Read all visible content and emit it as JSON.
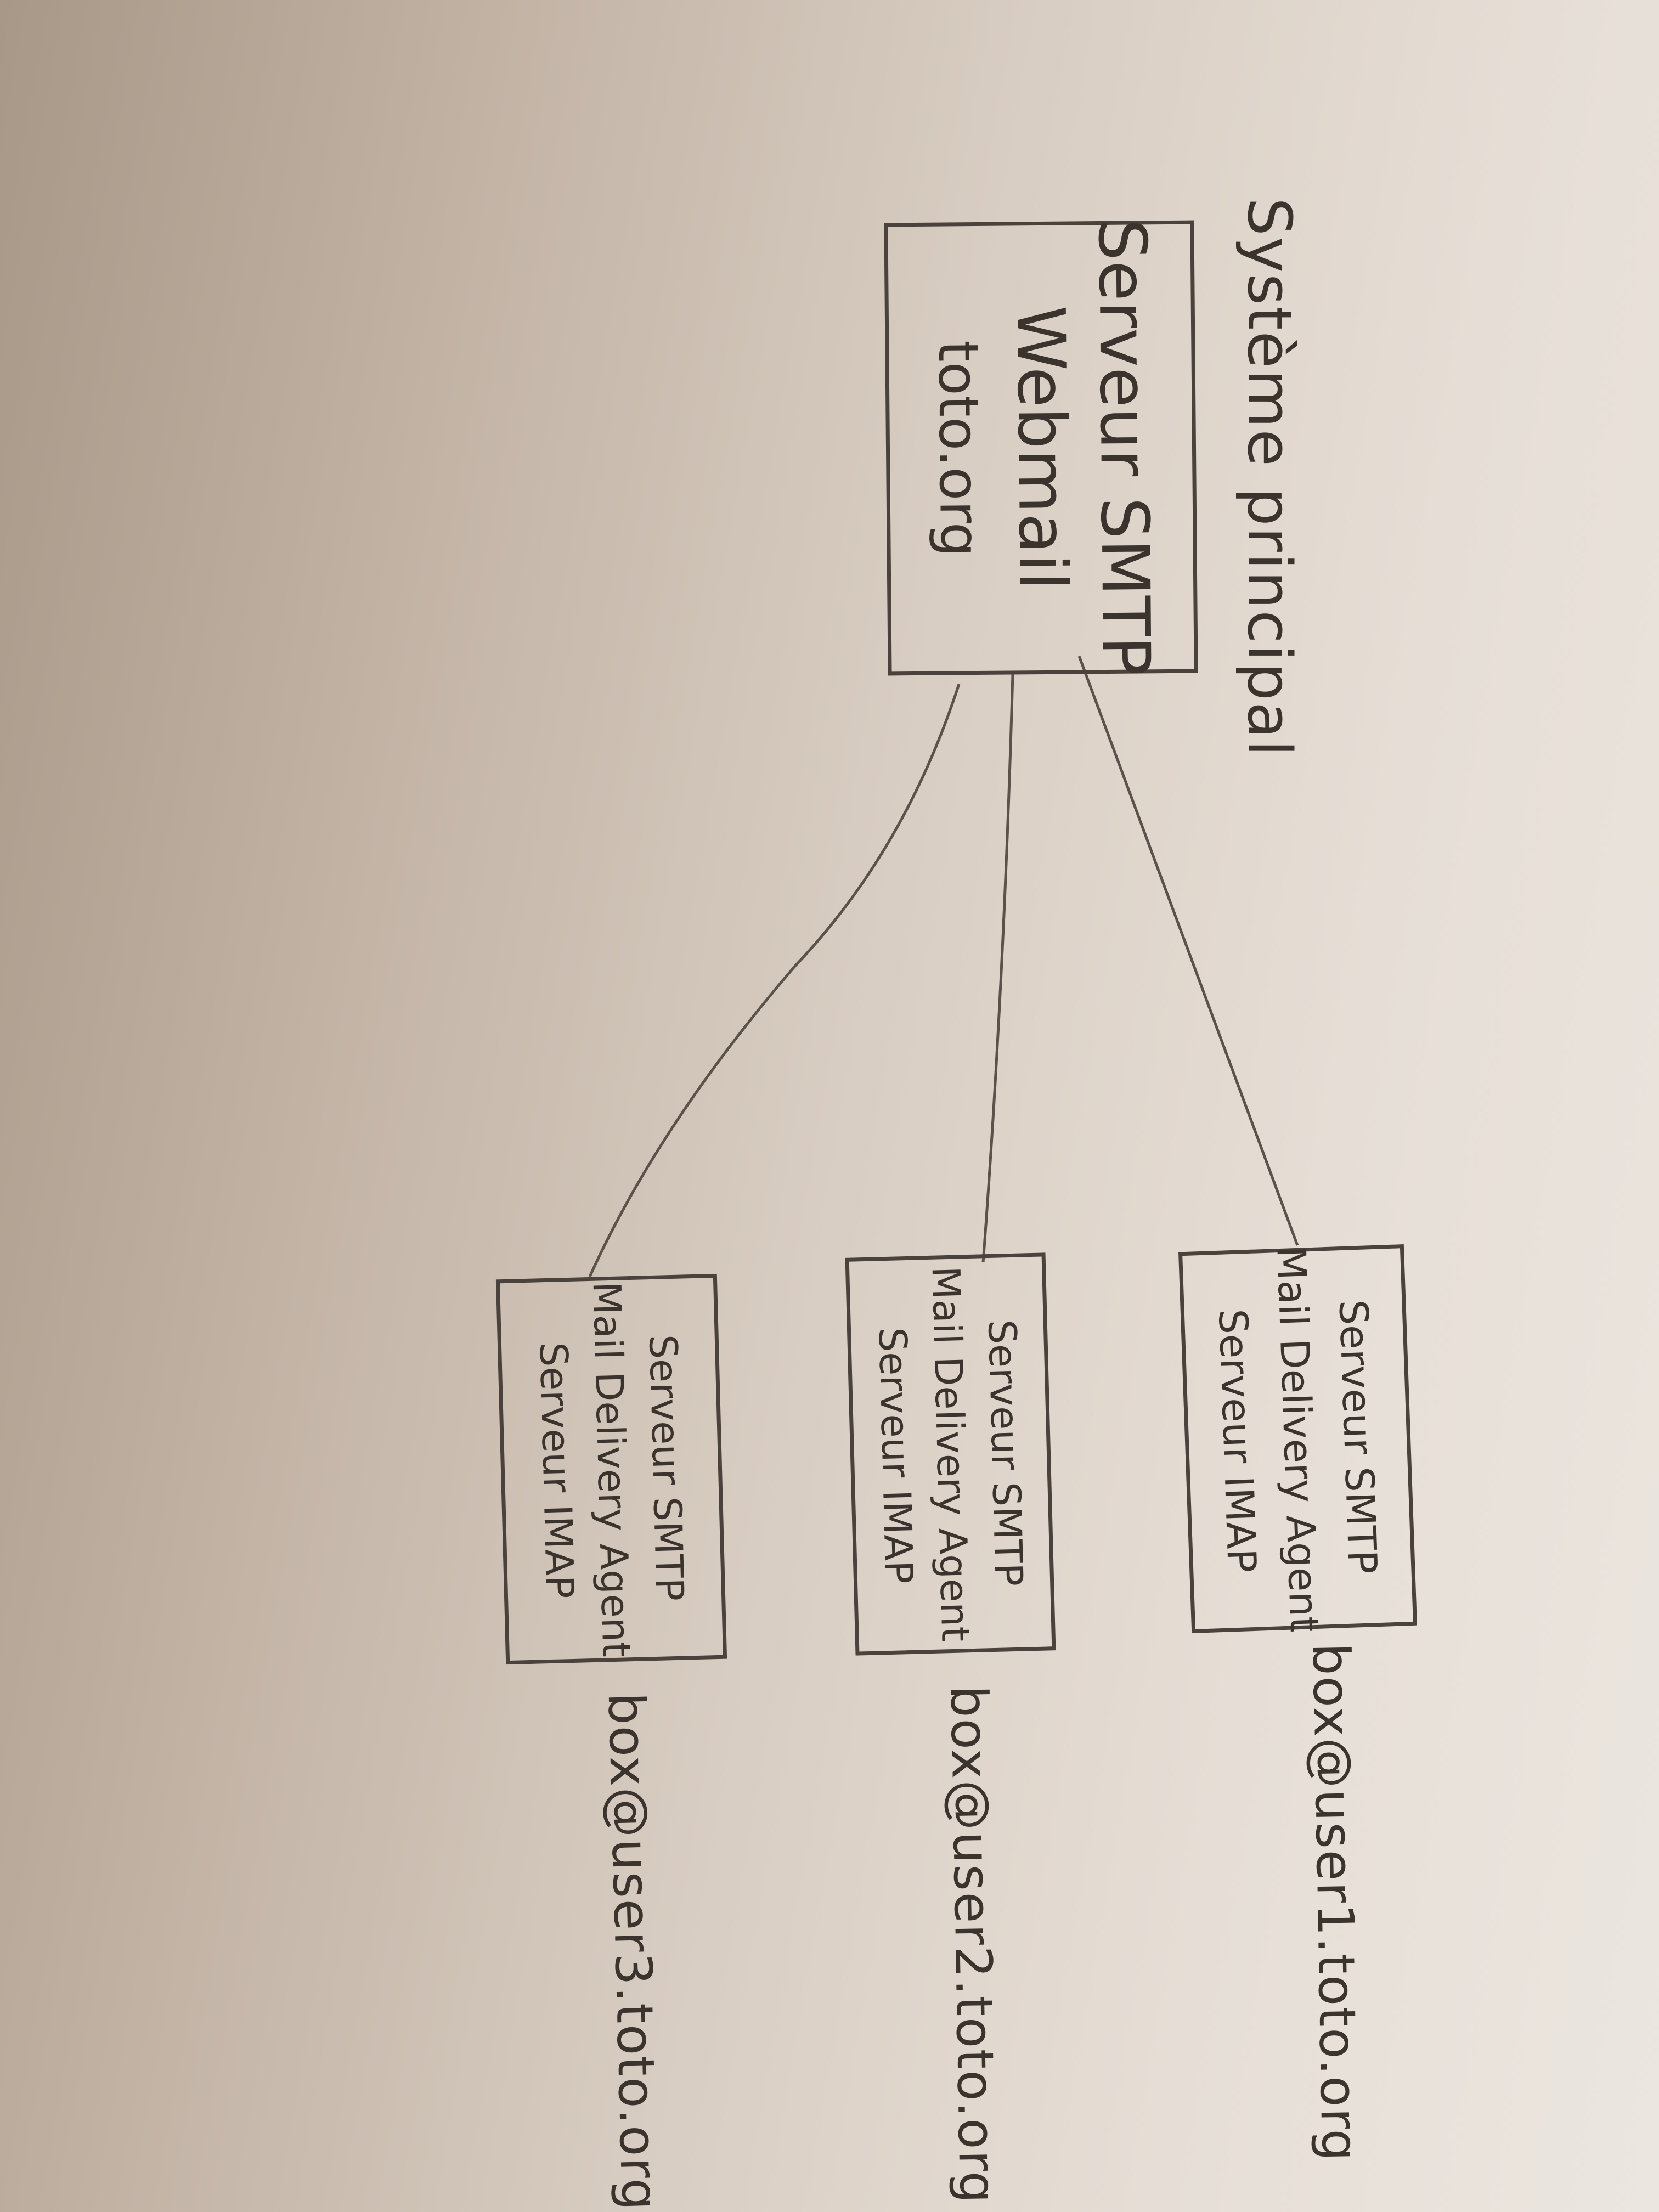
{
  "title": "Système principal",
  "main_server": {
    "lines": [
      "Serveur SMTP",
      "Webmail",
      "toto.org"
    ]
  },
  "user_servers": [
    {
      "lines": [
        "Serveur SMTP",
        "Mail Delivery Agent",
        "Serveur IMAP"
      ],
      "label": "box@user1.toto.org"
    },
    {
      "lines": [
        "Serveur SMTP",
        "Mail Delivery Agent",
        "Serveur IMAP"
      ],
      "label": "box@user2.toto.org"
    },
    {
      "lines": [
        "Serveur SMTP",
        "Mail Delivery Agent",
        "Serveur IMAP"
      ],
      "label": "box@user3.toto.org"
    }
  ],
  "colors": {
    "ink": "#4a423c",
    "paper": "#e6ded6"
  }
}
